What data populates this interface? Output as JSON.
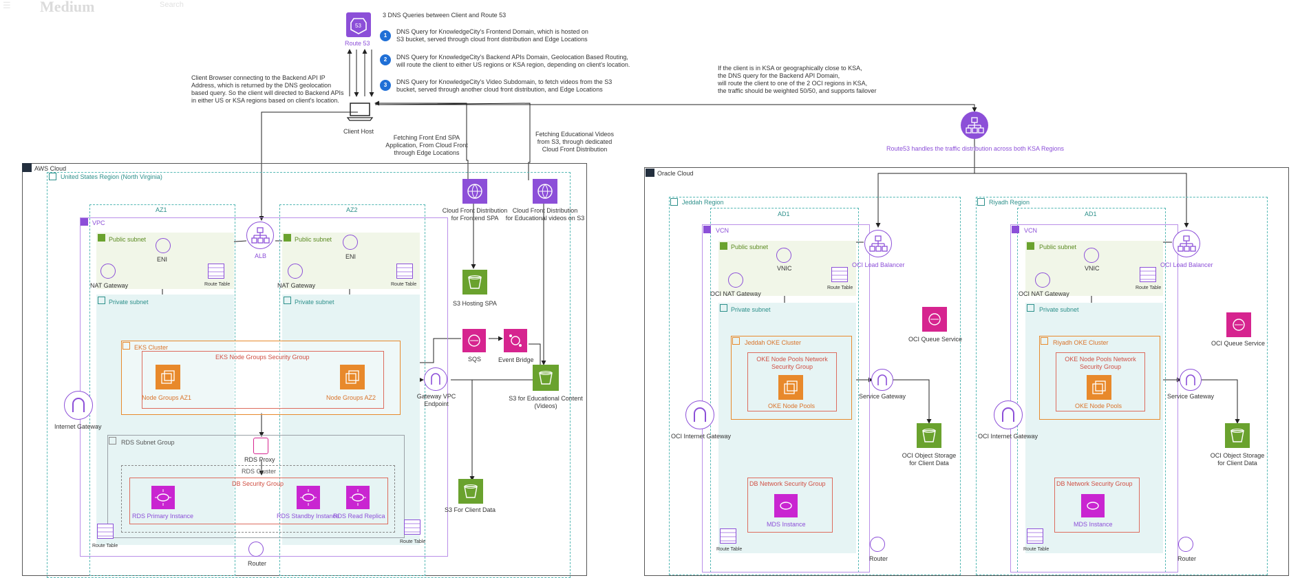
{
  "topbar": {
    "brand": "Medium",
    "search": "Search"
  },
  "dns": {
    "heading": "3 DNS Queries between Client and Route 53",
    "route53": "Route 53",
    "items": [
      {
        "num": "1",
        "text_l1": "DNS Query for KnowledgeCity's Frontend Domain, which is hosted on",
        "text_l2": "S3 bucket, served through cloud front distribution and Edge Locations"
      },
      {
        "num": "2",
        "text_l1": "DNS Query for KnowledgeCity's Backend APIs Domain, Geolocation Based Routing,",
        "text_l2": "will route the client to either US regions or KSA region, depending on client's location."
      },
      {
        "num": "3",
        "text_l1": "DNS Query for KnowledgeCity's Video Subdomain, to fetch videos from the S3",
        "text_l2": "bucket, served through another cloud front distribution, and Edge Locations"
      }
    ]
  },
  "client": {
    "label": "Client Host",
    "note": [
      "Client Browser connecting to the Backend API IP",
      "Address, which is returned by the DNS geolocation",
      "based query. So the client will directed to Backend APIs",
      "in either US or KSA regions based on client's location."
    ]
  },
  "ksa_note": [
    "If the client is in KSA or geographically close to KSA,",
    "the DNS query for the Backend API Domain,",
    "will route the client to one of the 2 OCI regions in KSA,",
    "the traffic should be weighted 50/50, and supports failover"
  ],
  "route53_ksa": "Route53 handles the traffic distribution across both KSA Regions",
  "fetch_spa": [
    "Fetching Front End SPA",
    "Application, From Cloud Front",
    "through Edge Locations"
  ],
  "fetch_videos": [
    "Fetching Educational Videos",
    "from S3, through dedicated",
    "Cloud Front Distribution"
  ],
  "aws": {
    "cloud": "AWS Cloud",
    "region": "United States Region (North Virginia)",
    "az1": "AZ1",
    "az2": "AZ2",
    "vpc": "VPC",
    "alb": "ALB",
    "public_subnet": "Public subnet",
    "private_subnet": "Private subnet",
    "eni": "ENI",
    "nat": "NAT Gateway",
    "route_table": "Route Table",
    "eks_cluster": "EKS Cluster",
    "eks_sg": "EKS Node Groups Security Group",
    "ng_az1": "Node Groups AZ1",
    "ng_az2": "Node Groups AZ2",
    "igw": "Internet Gateway",
    "rds_subnet_group": "RDS Subnet Group",
    "rds_proxy": "RDS Proxy",
    "rds_cluster": "RDS Cluster",
    "db_sg": "DB Security Group",
    "rds_primary": "RDS Primary Instance",
    "rds_standby": "RDS Standby Instance",
    "rds_replica": "RDS Read Replica",
    "router": "Router",
    "cf_spa": [
      "Cloud Front Distribution",
      "for Frontend SPA"
    ],
    "cf_videos": [
      "Cloud Front Distribution",
      "for Educational videos on S3"
    ],
    "s3_spa": "S3 Hosting SPA",
    "sqs": "SQS",
    "event_bridge": "Event Bridge",
    "s3_edu": [
      "S3 for Educational Content",
      "(Videos)"
    ],
    "gw_vpc": [
      "Gateway VPC",
      "Endpoint"
    ],
    "s3_client": "S3 For Client Data"
  },
  "oracle": {
    "cloud": "Oracle Cloud",
    "regions": [
      {
        "name": "Jeddah Region",
        "cluster": "Jeddah OKE Cluster"
      },
      {
        "name": "Riyadh Region",
        "cluster": "Riyadh OKE Cluster"
      }
    ],
    "ad": "AD1",
    "vcn": "VCN",
    "public_subnet": "Public subnet",
    "private_subnet": "Private subnet",
    "vnic": "VNIC",
    "lb": "OCI Load Balancer",
    "nat": "OCI NAT Gateway",
    "route_table": "Route Table",
    "queue": "OCI Queue Service",
    "oke_nsg": [
      "OKE Node Pools Network",
      "Security Group"
    ],
    "oke_pools": "OKE Node Pools",
    "service_gw": "Service Gateway",
    "igw": "OCI Internet Gateway",
    "obj_storage": [
      "OCI Object Storage",
      "for Client Data"
    ],
    "db_nsg": "DB Network Security Group",
    "mds": "MDS Instance",
    "router": "Router"
  },
  "colors": {
    "purple": "#8c4fd8",
    "teal": "#2c8f8a",
    "orange": "#e8892b",
    "magenta": "#d6248f",
    "green": "#6aa22e",
    "red": "#dd6b5d"
  }
}
